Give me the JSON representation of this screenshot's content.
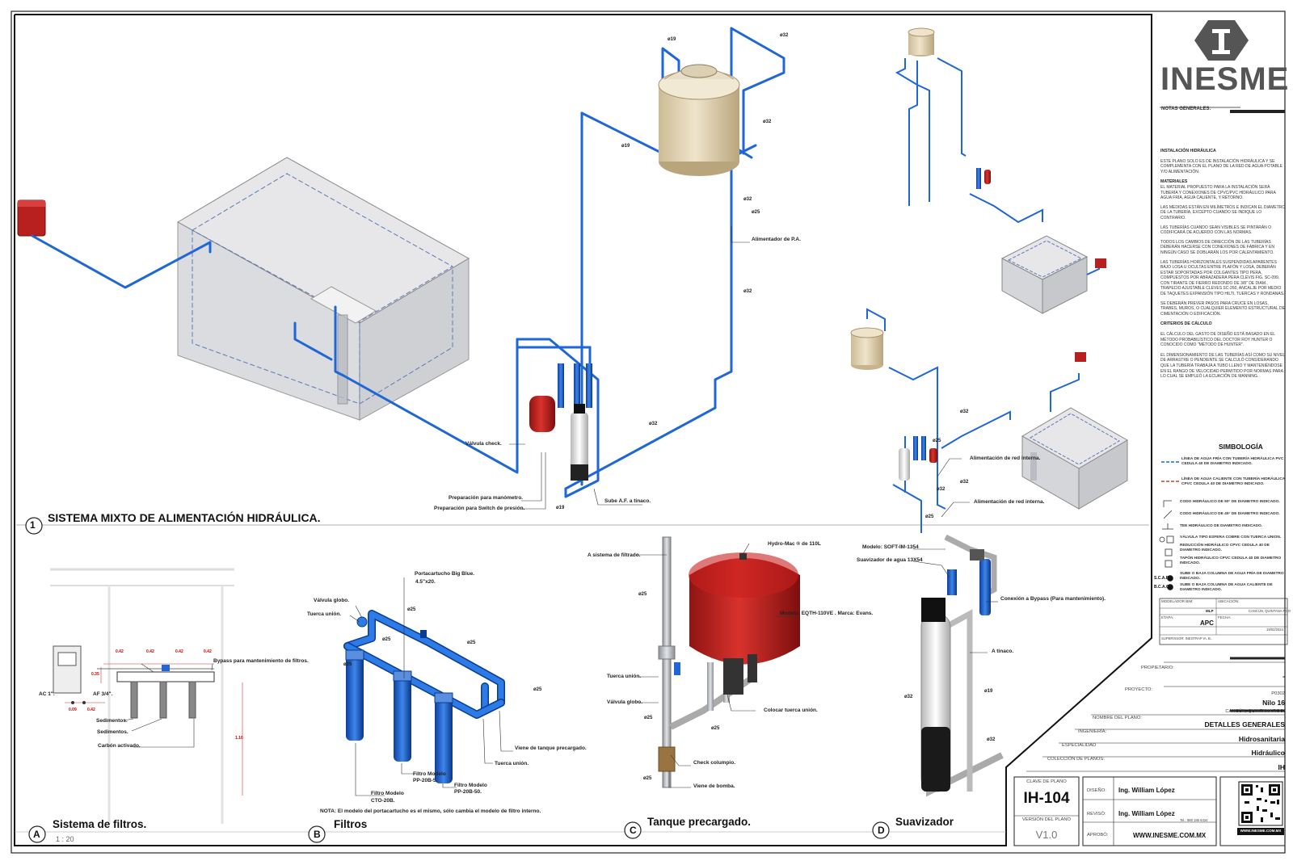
{
  "brand": {
    "name": "INESME",
    "website": "WWW.INESME.COM.MX",
    "website_small": "WWW.INESME.COM.MX"
  },
  "main_title": {
    "number": "1",
    "text": "SISTEMA MIXTO DE ALIMENTACIÓN HIDRÁULICA."
  },
  "main_labels": {
    "d19_a": "ø19",
    "d32_a": "ø32",
    "d19_b": "ø19",
    "d32_b": "ø32",
    "d25_a": "ø25",
    "d25_b": "ø25",
    "d32_c": "ø32",
    "d32_d": "ø32",
    "d32_e": "ø32",
    "d19_c": "ø19",
    "alimentador": "Alimentador de P.A.",
    "valvula_check": "Válvula check.",
    "manometro": "Preparación para manómetro.",
    "switch": "Preparación para Switch de presión.",
    "sube_af": "Sube A.F. a tinaco."
  },
  "right_labels": {
    "d32_a": "ø32",
    "d25_a": "ø25",
    "d32_b": "ø32",
    "d32_c": "ø32",
    "d25_b": "ø25",
    "red_interna_1": "Alimentación de red interna.",
    "red_interna_2": "Alimentación de red interna."
  },
  "detail_a": {
    "letter": "A",
    "title": "Sistema de filtros.",
    "scale": "1 : 20",
    "bypass": "Bypass para mantenimiento de filtros.",
    "ac": "AC 1\".",
    "af": "AF 3/4\".",
    "sed1": "Sedimentos.",
    "sed2": "Sedimentos.",
    "carbon": "Carbón activado.",
    "dims": [
      "0.42",
      "0.42",
      "0.42",
      "0.42",
      "0.42",
      "0.35",
      "0.09",
      "1.10"
    ]
  },
  "detail_b": {
    "letter": "B",
    "title": "Filtros",
    "portacartucho": "Portacartucho Big Blue.",
    "size": "4.5\"x20.",
    "valvula_globo": "Válvula globo.",
    "tuerca_union": "Tuerca unión.",
    "d25_a": "ø25",
    "d25_b": "ø25",
    "d25_c": "ø25",
    "d25_d": "ø25",
    "d25_e": "ø25",
    "tanque": "Viene de tanque precargado.",
    "tuerca_union_2": "Tuerca unión.",
    "f1a": "Filtro Modelo",
    "f1b": "PP-20B-5.",
    "f2a": "Filtro Modelo",
    "f2b": "PP-20B-50.",
    "f3a": "Filtro Modelo",
    "f3b": "CTO-20B.",
    "note": "NOTA: El modelo del portacartucho es el mismo, sólo cambia el modelo de filtro interno."
  },
  "detail_c": {
    "letter": "C",
    "title": "Tanque precargado.",
    "a_sistema": "A sistema de filtrado.",
    "hydro": "Hydro-Mac ® de 110L",
    "modelo": "Modelo: EQTH-110VE . Marca: Evans.",
    "tuerca": "Tuerca unión.",
    "valvula": "Válvula globo.",
    "colocar": "Colocar tuerca unión.",
    "check": "Check columpio.",
    "bomba": "Viene de bomba.",
    "d25_a": "ø25",
    "d25_b": "ø25",
    "d25_c": "ø25",
    "d25_d": "ø25"
  },
  "detail_d": {
    "letter": "D",
    "title": "Suavizador",
    "modelo": "Modelo: SOFT-IM-1354",
    "suavizador": "Suavizador de agua 13X54",
    "bypass": "Conexión a Bypass (Para mantenimiento).",
    "tinaco": "A tinaco.",
    "d32_a": "ø32",
    "d19": "ø19",
    "d32_b": "ø32"
  },
  "notes": {
    "header": "NOTAS GENERALES:",
    "h1": "INSTALACIÓN HIDRÁULICA",
    "p1": "ESTE PLANO SOLO ES DE INSTALACIÓN HIDRÁULICA Y SE COMPLEMENTA CON EL PLANO DE LA RED DE AGUA POTABLE Y/O ALIMENTACIÓN.",
    "h2": "MATERIALES",
    "p2": "EL MATERIAL PROPUESTO PARA LA INSTALACIÓN SERÁ TUBERÍA Y CONEXIONES DE CPVC/PVC HIDRÁULICO PARA AGUA FRÍA, AGUA CALIENTE, Y RETORNO.",
    "p3": "LAS MEDIDAS ESTÁN EN MILÍMETROS E INDICAN EL DIAMETRO DE LA TUBERÍA, EXCEPTO CUANDO SE INDIQUE LO CONTRARIO.",
    "p4": "LAS TUBERÍAS CUANDO SEAN VISIBLES SE PINTARÁN O CODIFICARÁ DE ACUERDO CON LAS NORMAS.",
    "p5": "TODOS LOS CAMBIOS DE DIRECCIÓN DE LAS TUBERÍAS DEBERÁN HACERSE CON CONEXIONES DE FÁBRICA Y EN NINGÚN CASO SE DOBLARÁN LOS POR CALENTAMIENTO.",
    "p6": "LAS TUBERÍAS HORIZONTALES SUSPENDIDAS APARENTES BAJO LOSA U OCULTAS ENTRE PLAFÓN Y LOSA, DEBERÁN ESTAR SOPORTADAS POR COLGANTES TIPO PERA, COMPUESTOS POR ABRAZADERA PERA CLEVIS FIG. SC-099, CON TIRANTE DE FIERRO REDONDO DE 3/8\" DE DIAM., TRAPECIO AJUSTABLE CLEVES SC-260, ANCALJE POR MEDIO DE TAQUETES EXPANSIÓN TIPO HILTI, TUERCAS Y RONDANAS.",
    "p7": "SE DEBERÁN PREVER PASOS PARA CRUCE EN LOSAS, TRABES, MUROS, O CUALQUIER ELEMENTO ESTRUCTURAL DE CIMENTACIÓN O EDIFICACIÓN.",
    "h3": "CRITERIOS DE CÁLCULO",
    "p8": "EL CÁLCULO DEL GASTO DE DISEÑO ESTÁ BASADO EN EL MÉTODO PROBABILÍSTICO DEL DOCTOR ROY HUNTER O CONOCIDO COMO \"MÉTODO DE HUNTER\".",
    "p9": "EL DIMENSIONAMIENTO DE LAS TUBERÍAS ASÍ COMO SU NIVEL DE ARRASTRE O PENDIENTE SE CALCULÓ CONSIDERANDO QUE LA TUBERÍA TRABAJA A TUBO LLENO Y MANTENIÉNDOSE EN EL RANGO DE VELOCIDAD PERMITIDO POR NORMAS PARA LO CUAL SE EMPLEÓ LA ECUACIÓN DE MANNING."
  },
  "simbologia": {
    "title": "SIMBOLOGÍA",
    "items": [
      "LÍNEA DE AGUA FRÍA CON TUBERÍA HIDRÁULICA PVC CEDULA 40 DE DIAMETRO INDICADO.",
      "LÍNEA DE AGUA CALIENTE CON TUBERÍA HIDRÁULICA CPVC CEDULA 40 DE DIAMETRO INDICADO.",
      "CODO HIDRÁULICO DE 90° DE DIAMETRO INDICADO.",
      "CODO HIDRÁULICO DE 45° DE DIAMETRO INDICADO.",
      "TEE HIDRÁULICO DE DIAMETRO INDICADO.",
      "VÁLVULA TIPO ESFERA COBRE CON TUERCA UNION.",
      "REDUCCIÓN HIDRÁULICO CPVC CEDULA 40 DE DIAMETRO INDICADO.",
      "TAPÓN HIDRÁULICO CPVC CEDULA 40 DE DIAMETRO INDICADO.",
      "SUBE O BAJA COLUMNA DE AGUA FRÍA DE DIAMETRO INDICADO.",
      "SUBE O BAJA COLUMNA DE AGUA CALIENTE DE DIAMETRO INDICADO."
    ],
    "sbcaf": "S.C.A.F.",
    "bcac": "B.C.A.C."
  },
  "small_block": {
    "modelador": "MODELADOR BIM:",
    "modelador_val": "MLP",
    "ubicacion": "UBICACIÓN:",
    "ubicacion_val": "CANCÚN, QUINTANA ROO",
    "etapa": "ETAPA:",
    "etapa_val": "APC",
    "fecha": "FECHA:",
    "fecha_val": "19/02/2024",
    "footer": "SUPERVISOR: INESTRAP IA. B.."
  },
  "title_block": {
    "propietario": "PROPIETARIO:",
    "propietario_val": "-",
    "proyecto": "PROYECTO:",
    "proyecto_code": "P0302",
    "proyecto_val": "Nilo 16",
    "ciudad": "CANCÚN, QUINTANA ROO.",
    "nombre": "NOMBRE DEL PLANO:",
    "nombre_val": "DETALLES GENERALES",
    "ingenieria": "INGENIERÍA:",
    "ingenieria_val": "Hidrosanitaria",
    "especialidad": "ESPECIALIDAD",
    "especialidad_val": "Hidráulico",
    "coleccion": "COLECCIÓN DE PLANOS:",
    "coleccion_val": "IH",
    "clave_label": "CLAVE DE PLANO",
    "clave": "IH-104",
    "version_label": "VERSIÓN DEL PLANO",
    "version": "V1.0",
    "diseno": "DISEÑO:",
    "diseno_val": "Ing. William López",
    "reviso": "REVISÓ:",
    "reviso_val": "Ing. William López",
    "tel": "Tel.: 998 186 6434",
    "aprobo": "APROBÓ:"
  },
  "colors": {
    "pipe": "#1f66d6",
    "pipe_dark": "#0b3c91",
    "hot": "#d23a3a",
    "tank": "#e8dcc0",
    "red_tank": "#c8201e"
  }
}
